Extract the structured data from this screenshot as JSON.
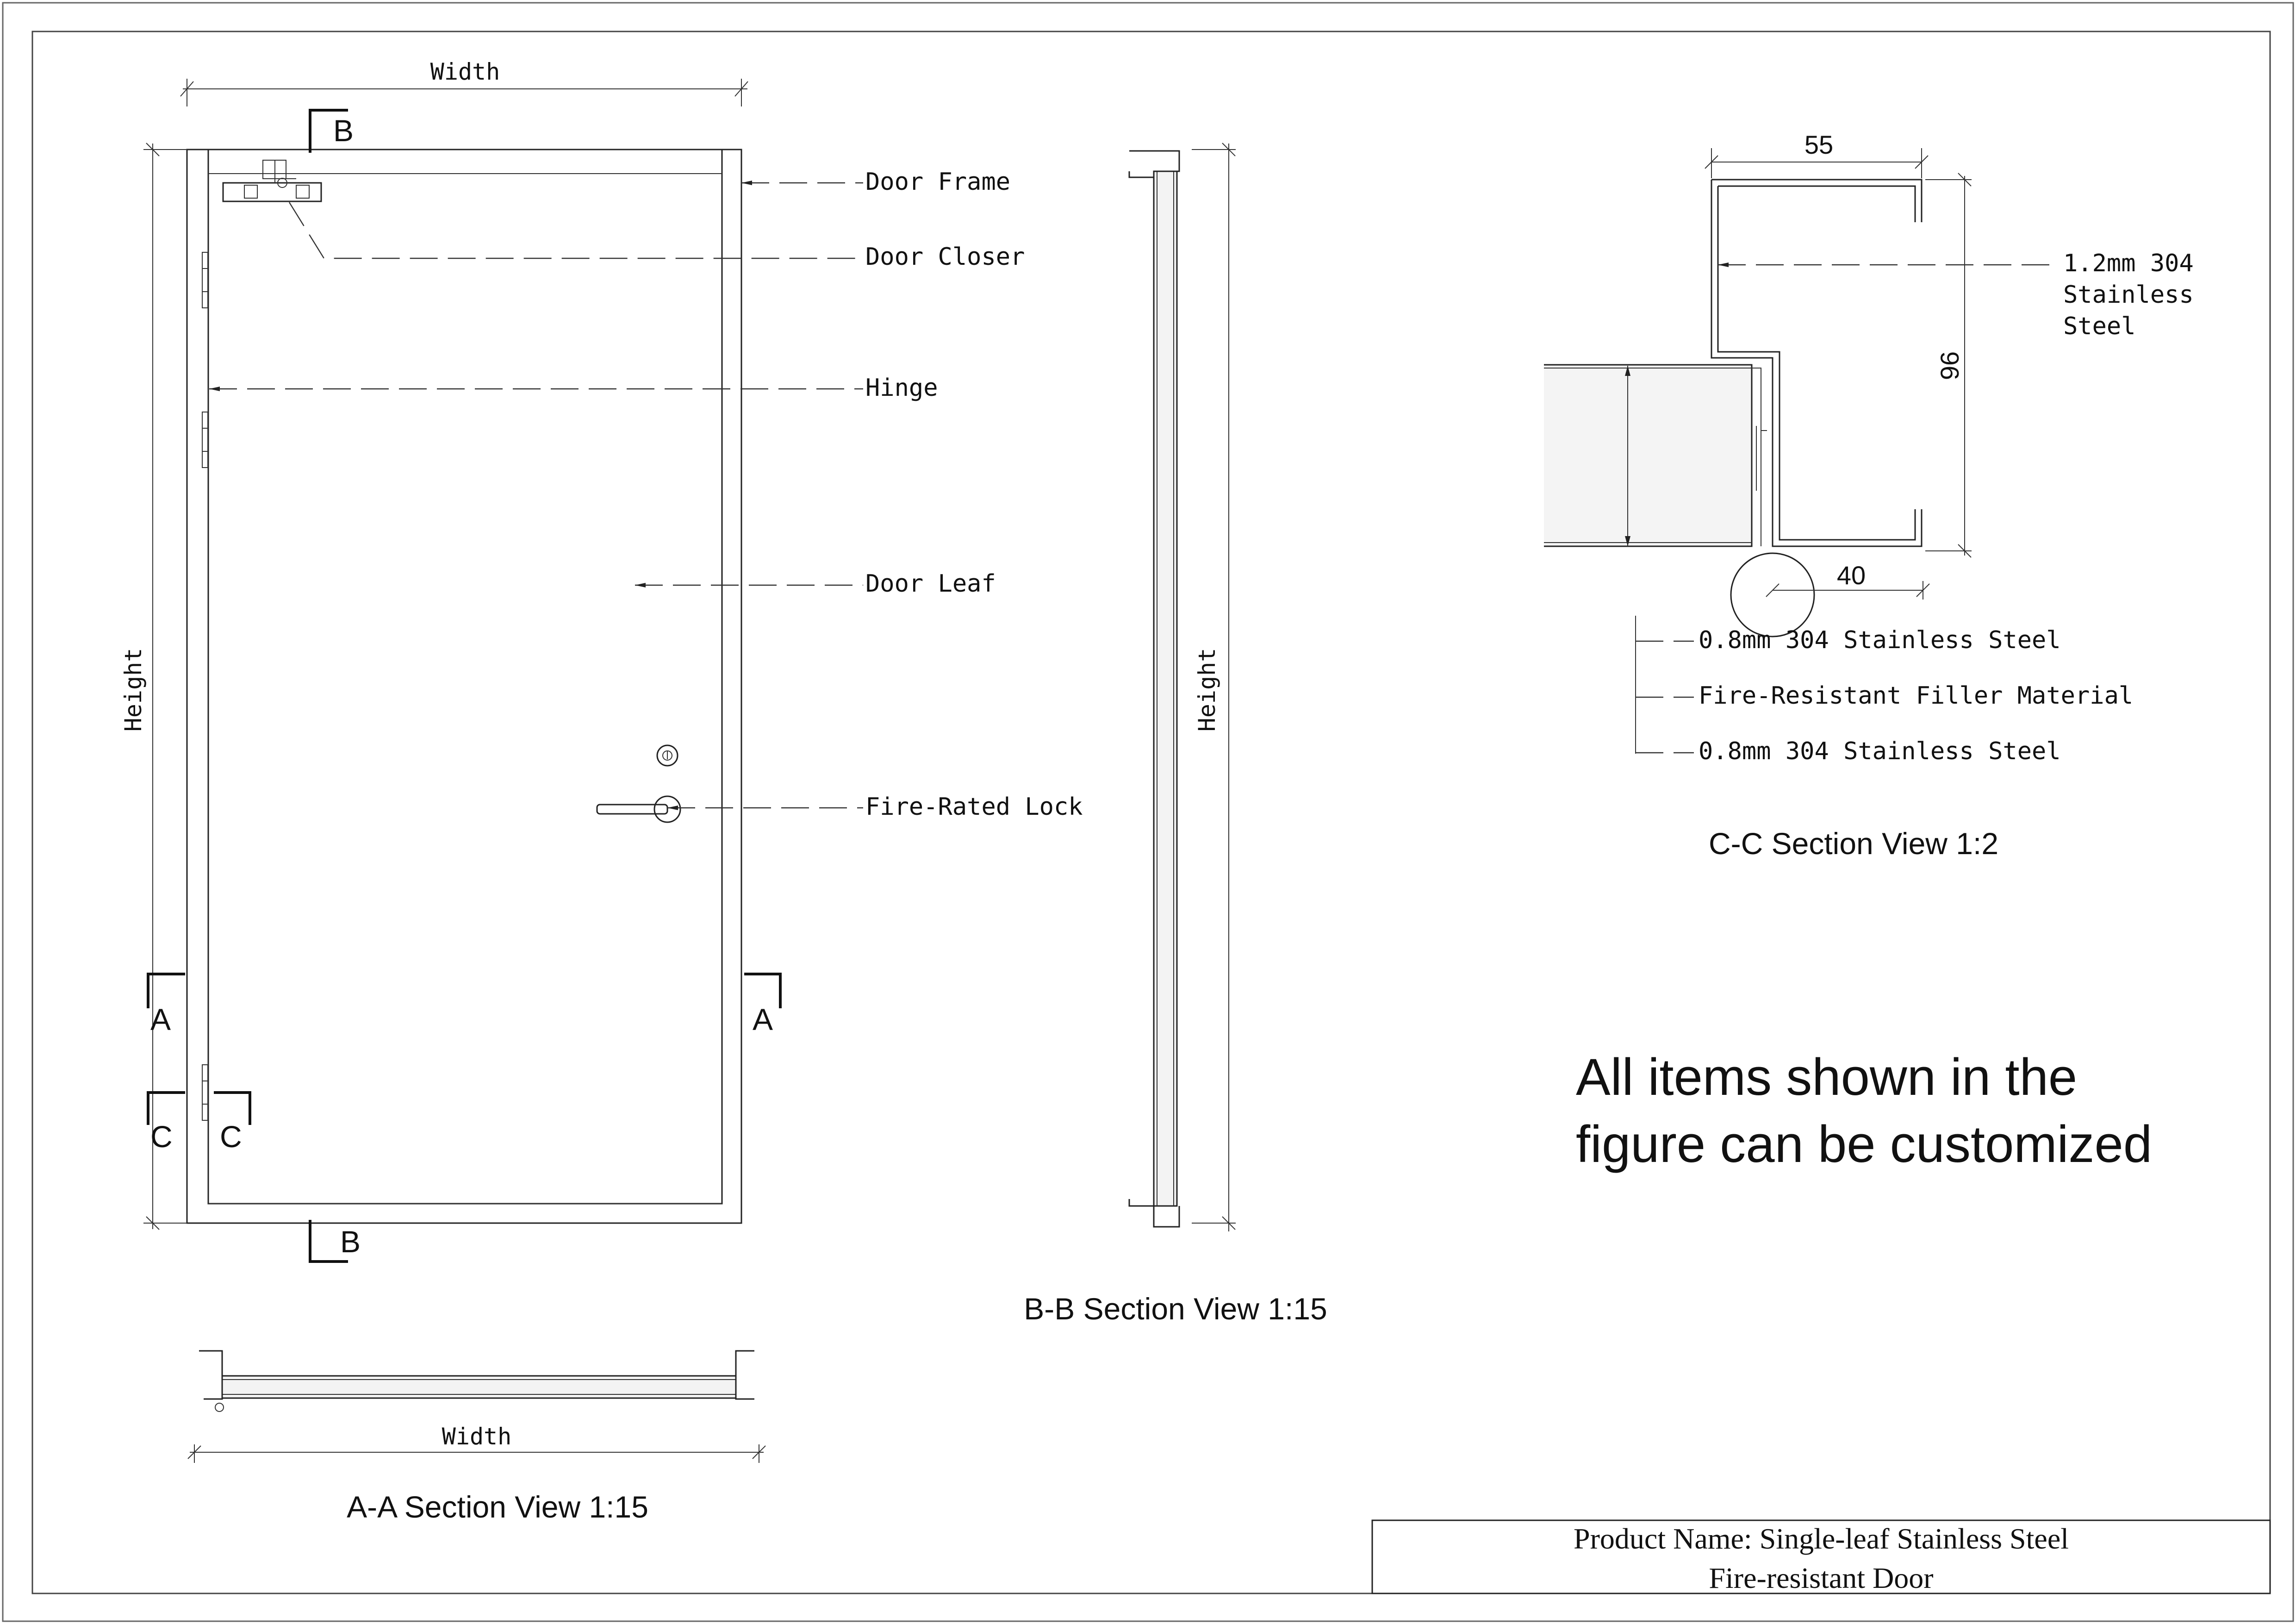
{
  "front_view": {
    "width_label": "Width",
    "height_label": "Height",
    "section_b_top": "B",
    "section_b_bottom": "B",
    "section_a_left": "A",
    "section_a_right": "A",
    "section_c_left": "C",
    "section_c_right": "C",
    "callouts": {
      "door_frame": "Door Frame",
      "door_closer": "Door Closer",
      "hinge": "Hinge",
      "door_leaf": "Door Leaf",
      "fire_rated_lock": "Fire-Rated Lock"
    }
  },
  "bb_section": {
    "height_label": "Height",
    "title": "B-B Section View 1:15"
  },
  "aa_section": {
    "width_label": "Width",
    "title": "A-A Section View 1:15"
  },
  "cc_section": {
    "dim_55": "55",
    "dim_96": "96",
    "dim_40": "40",
    "frame_label_line1": "1.2mm 304",
    "frame_label_line2": "Stainless",
    "frame_label_line3": "Steel",
    "layer_outer": "0.8mm 304 Stainless Steel",
    "layer_filler": "Fire-Resistant Filler Material",
    "layer_inner": "0.8mm 304 Stainless Steel",
    "title": "C-C Section View 1:2"
  },
  "note": {
    "line1": "All items shown in the",
    "line2": "figure can be customized"
  },
  "title_block": {
    "line1": "Product Name: Single-leaf Stainless Steel",
    "line2": "Fire-resistant Door"
  }
}
